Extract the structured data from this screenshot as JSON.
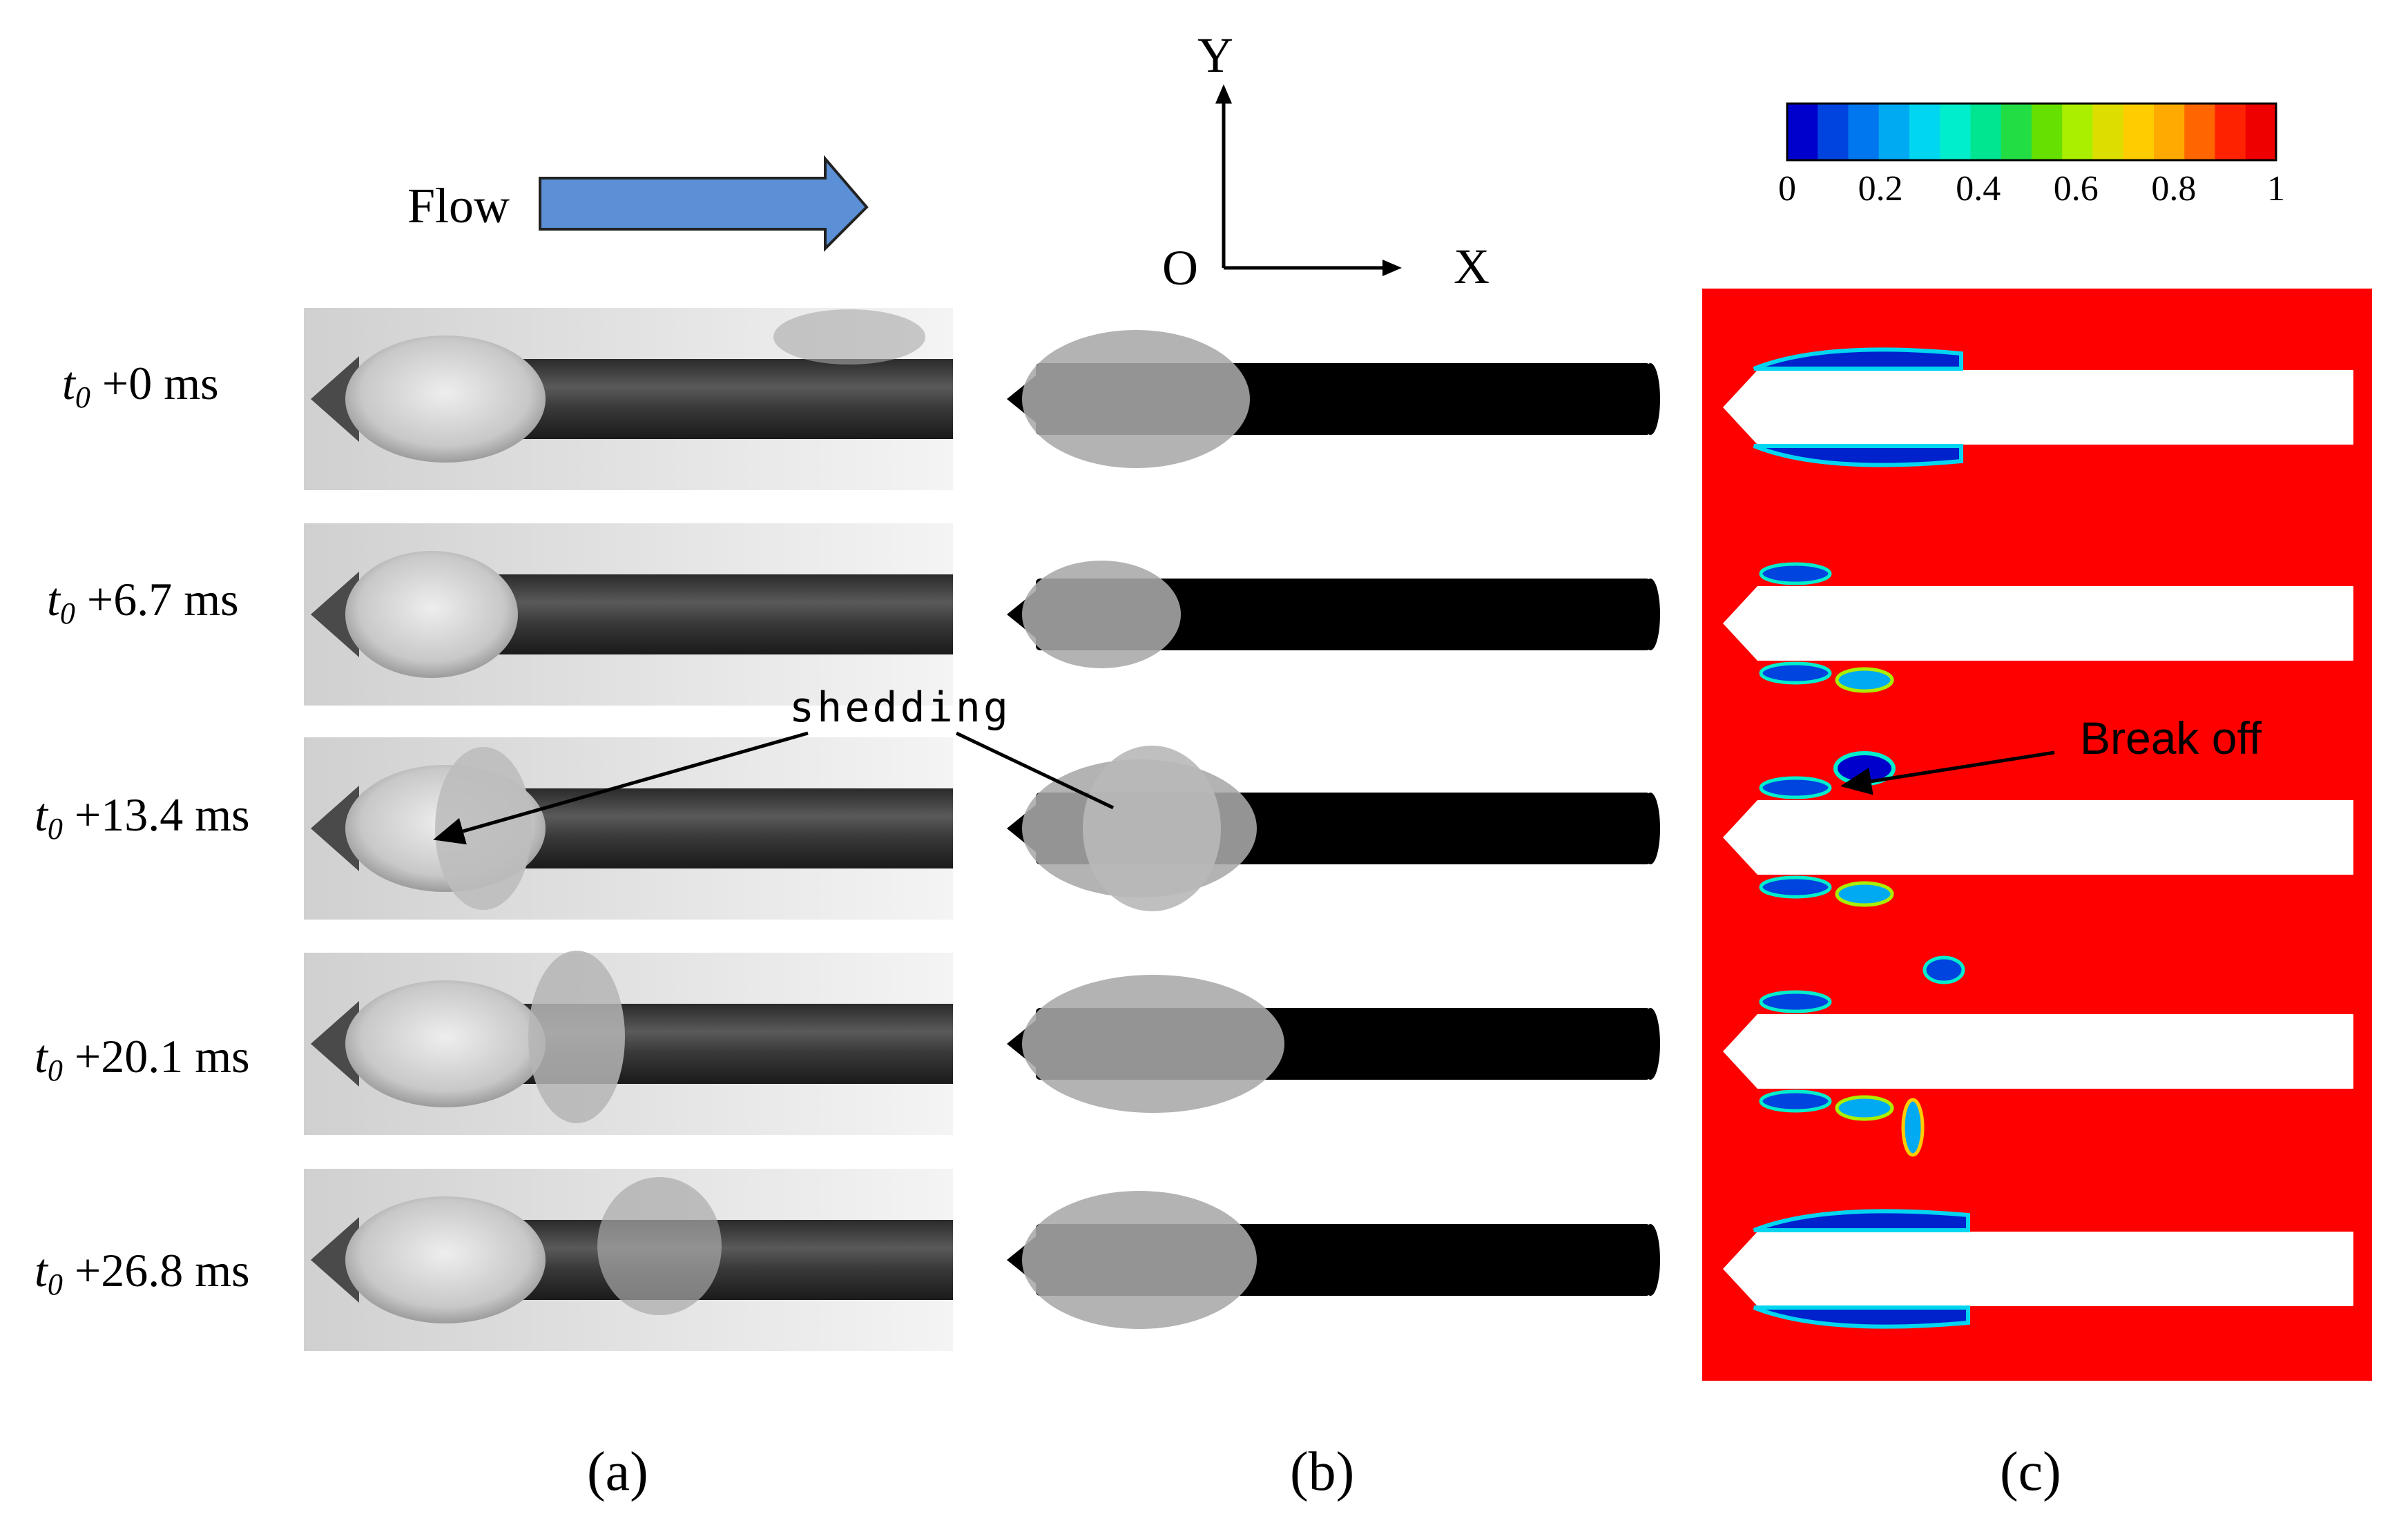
{
  "flow_label": "Flow",
  "axes": {
    "y": "Y",
    "x": "X",
    "origin": "O"
  },
  "colorbar": {
    "ticks": [
      "0",
      "0.2",
      "0.4",
      "0.6",
      "0.8",
      "1"
    ],
    "colors": [
      "#0000cc",
      "#0044e0",
      "#0077ee",
      "#00aaf2",
      "#00d6f0",
      "#00eecc",
      "#00e690",
      "#22dd44",
      "#66e000",
      "#aaee00",
      "#dddd00",
      "#ffcc00",
      "#ffaa00",
      "#ff6600",
      "#ff2200",
      "#ee0000"
    ]
  },
  "rows": [
    {
      "sub": "0",
      "text": "+0 ms"
    },
    {
      "sub": "0",
      "text": "+6.7 ms"
    },
    {
      "sub": "0",
      "text": "+13.4 ms"
    },
    {
      "sub": "0",
      "text": "+20.1 ms"
    },
    {
      "sub": "0",
      "text": "+26.8 ms"
    }
  ],
  "annotations": {
    "shedding": "shedding",
    "break_off": "Break off"
  },
  "panels": [
    "(a)",
    "(b)",
    "(c)"
  ],
  "colors": {
    "flow_arrow": "#5b8fd6",
    "contour_bg": "#ff0000",
    "body_black": "#000000"
  }
}
